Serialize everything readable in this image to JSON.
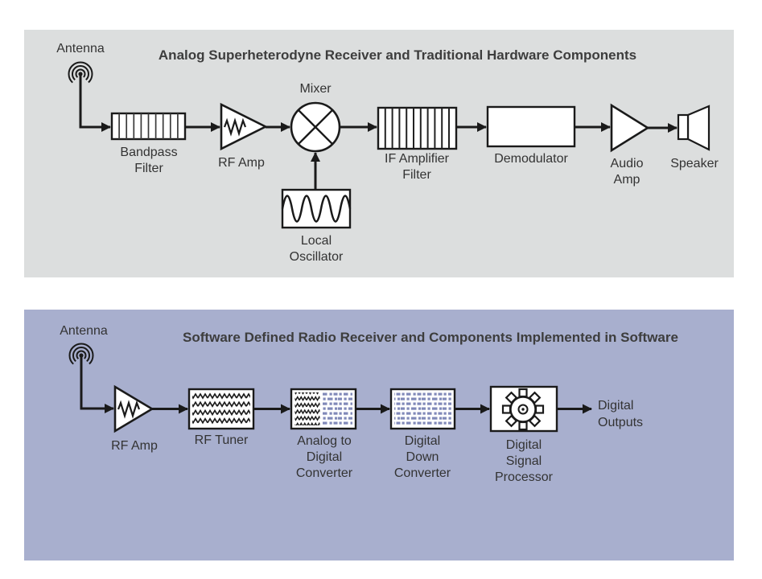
{
  "analog_panel": {
    "title": "Analog Superheterodyne Receiver and Traditional Hardware Components",
    "labels": {
      "antenna": "Antenna",
      "bandpass": "Bandpass\nFilter",
      "rf_amp": "RF Amp",
      "mixer": "Mixer",
      "local_oscillator": "Local\nOscillator",
      "if_filter": "IF Amplifier\nFilter",
      "demodulator": "Demodulator",
      "audio_amp": "Audio\nAmp",
      "speaker": "Speaker"
    },
    "colors": {
      "background": "#dcdede"
    }
  },
  "sdr_panel": {
    "title": "Software Defined Radio Receiver and Components Implemented in Software",
    "labels": {
      "antenna": "Antenna",
      "rf_amp": "RF Amp",
      "rf_tuner": "RF Tuner",
      "adc": "Analog to\nDigital\nConverter",
      "ddc": "Digital\nDown\nConverter",
      "dsp": "Digital\nSignal\nProcessor",
      "digital_outputs": "Digital\nOutputs"
    },
    "colors": {
      "background": "#a8afce",
      "digital_dash": "#8089b8"
    }
  },
  "ink_color": "#1a1a1a"
}
